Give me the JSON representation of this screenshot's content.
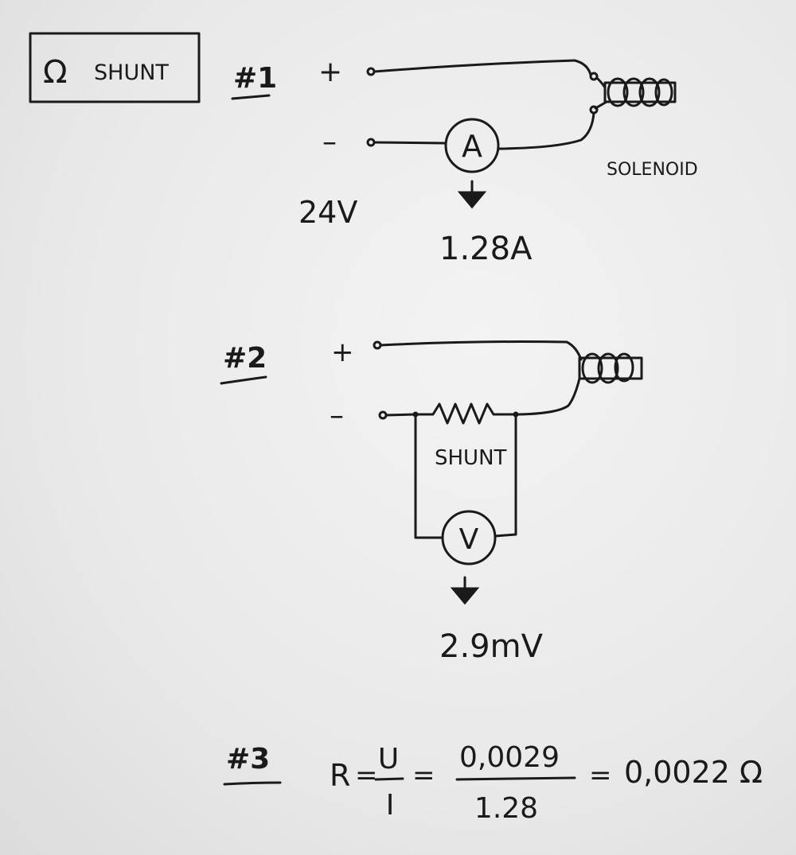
{
  "title_box": {
    "symbol": "Ω",
    "label": "SHUNT"
  },
  "step1": {
    "label": "#1",
    "plus": "+",
    "minus": "–",
    "voltage": "24V",
    "meter_symbol": "A",
    "reading": "1.28A",
    "component": "SOLENOID"
  },
  "step2": {
    "label": "#2",
    "plus": "+",
    "minus": "–",
    "resistor_label": "SHUNT",
    "meter_symbol": "V",
    "reading": "2.9mV"
  },
  "step3": {
    "label": "#3",
    "lhs": "R",
    "eq1": "=",
    "numerator1": "U",
    "denominator1": "I",
    "eq2": "=",
    "numerator2": "0,0029",
    "denominator2": "1.28",
    "eq3": "=",
    "result": "0,0022 Ω"
  }
}
